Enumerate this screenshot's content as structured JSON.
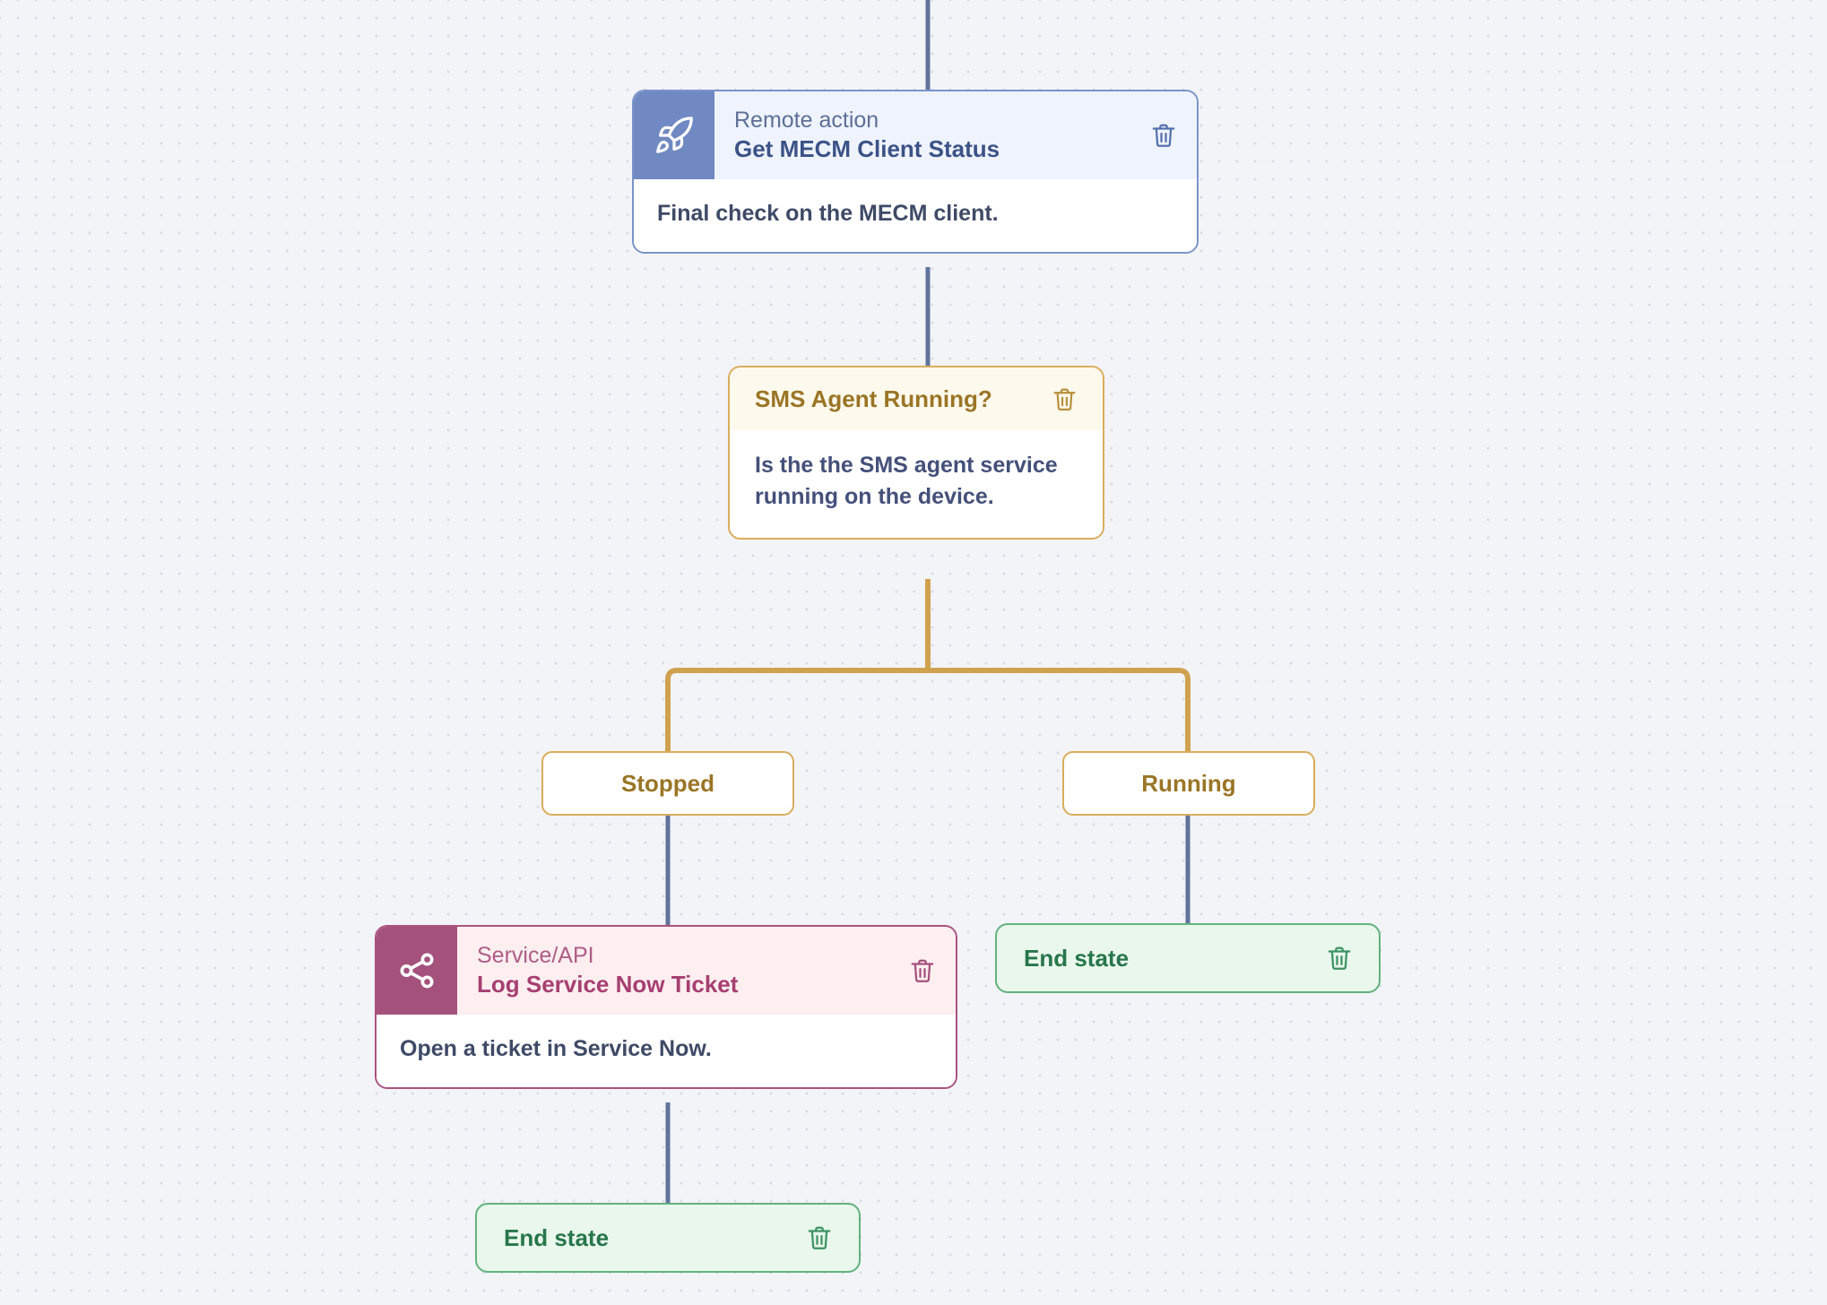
{
  "canvas": {
    "background_color": "#f3f4f8",
    "dot_color": "#d9dbe3",
    "edge_color_default": "#61739b",
    "edge_color_branch": "#d0a24f"
  },
  "nodes": {
    "remote_action": {
      "kind_label": "Remote action",
      "name": "Get MECM Client Status",
      "description": "Final check on the MECM client.",
      "icon": "rocket-icon",
      "delete_icon": "trash-icon",
      "accent_color": "#7089c2",
      "header_bg": "#eef3fd"
    },
    "decision": {
      "title": "SMS Agent Running?",
      "description": "Is the the SMS agent service running on the device.",
      "delete_icon": "trash-icon",
      "accent_color": "#d9ad5c",
      "header_bg": "#fdf9ec"
    },
    "branch_stopped": {
      "label": "Stopped"
    },
    "branch_running": {
      "label": "Running"
    },
    "service_api": {
      "kind_label": "Service/API",
      "name": "Log Service Now Ticket",
      "description": "Open a ticket in Service Now.",
      "icon": "share-nodes-icon",
      "delete_icon": "trash-icon",
      "accent_color": "#a4517c",
      "header_bg": "#fdeef0"
    },
    "end_state_running": {
      "label": "End state",
      "delete_icon": "trash-icon",
      "accent_color": "#63b27f",
      "bg": "#e9f7ec"
    },
    "end_state_stopped": {
      "label": "End state",
      "delete_icon": "trash-icon",
      "accent_color": "#63b27f",
      "bg": "#e9f7ec"
    }
  }
}
